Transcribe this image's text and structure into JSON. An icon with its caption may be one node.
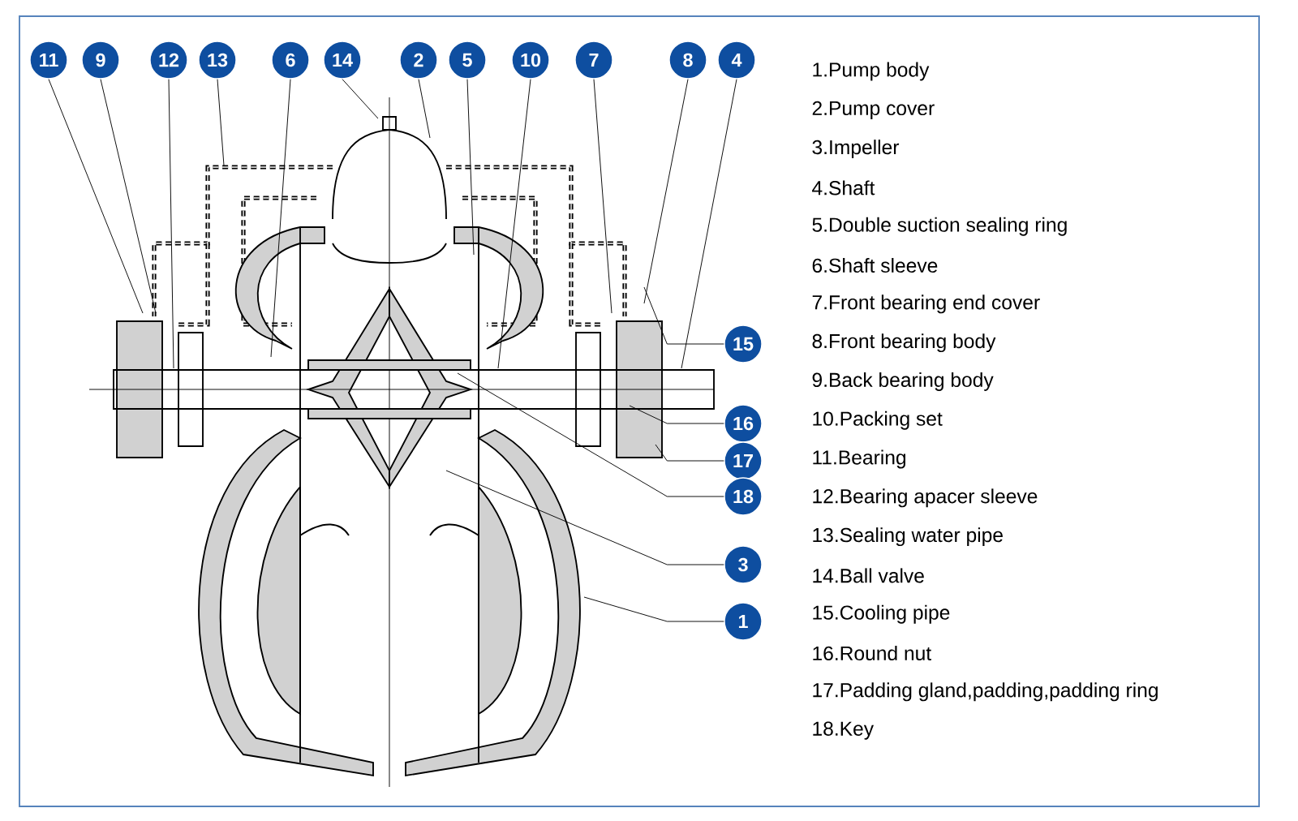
{
  "diagram": {
    "nodes": [
      {
        "text": [
          "11"
        ]
      },
      {
        "text": [
          "9"
        ]
      },
      {
        "text": [
          "12"
        ]
      },
      {
        "text": [
          "13"
        ]
      },
      {
        "text": [
          "6"
        ]
      },
      {
        "text": [
          "14"
        ]
      },
      {
        "text": [
          "2"
        ]
      },
      {
        "text": [
          "5"
        ]
      },
      {
        "text": [
          "10"
        ]
      },
      {
        "text": [
          "7"
        ]
      },
      {
        "text": [
          "8"
        ]
      },
      {
        "text": [
          "4"
        ]
      },
      {
        "text": [
          "15"
        ]
      },
      {
        "text": [
          "16"
        ]
      },
      {
        "text": [
          "17"
        ]
      },
      {
        "text": [
          "18"
        ]
      },
      {
        "text": [
          "3"
        ]
      },
      {
        "text": [
          "1"
        ]
      }
    ],
    "edges": [
      {
        "from": 0,
        "to": null,
        "arrow": "none"
      },
      {
        "from": 1,
        "to": null,
        "arrow": "none"
      },
      {
        "from": 2,
        "to": null,
        "arrow": "none"
      },
      {
        "from": 3,
        "to": null,
        "arrow": "none"
      },
      {
        "from": 4,
        "to": null,
        "arrow": "none"
      },
      {
        "from": 5,
        "to": null,
        "arrow": "none"
      },
      {
        "from": 6,
        "to": null,
        "arrow": "none"
      },
      {
        "from": 7,
        "to": null,
        "arrow": "none"
      },
      {
        "from": 8,
        "to": null,
        "arrow": "none"
      },
      {
        "from": 9,
        "to": null,
        "arrow": "none"
      },
      {
        "from": 10,
        "to": null,
        "arrow": "none"
      },
      {
        "from": 11,
        "to": null,
        "arrow": "none"
      },
      {
        "from": 12,
        "to": null,
        "arrow": "none"
      },
      {
        "from": 13,
        "to": null,
        "arrow": "none"
      },
      {
        "from": 14,
        "to": null,
        "arrow": "none"
      },
      {
        "from": 15,
        "to": null,
        "arrow": "none"
      },
      {
        "from": 16,
        "to": null,
        "arrow": "none"
      },
      {
        "from": 17,
        "to": null,
        "arrow": "none"
      }
    ],
    "labels": [
      "1.Pump body",
      "2.Pump cover",
      "3.Impeller",
      "4.Shaft",
      "5.Double suction sealing ring",
      "6.Shaft sleeve",
      "7.Front bearing end cover",
      "8.Front bearing body",
      "9.Back bearing body",
      "10.Packing set",
      "11.Bearing",
      "12.Bearing apacer sleeve",
      "13.Sealing water pipe",
      "14.Ball valve",
      "15.Cooling pipe",
      "16.Round nut",
      "17.Padding gland,padding,padding ring",
      "18.Key"
    ]
  }
}
